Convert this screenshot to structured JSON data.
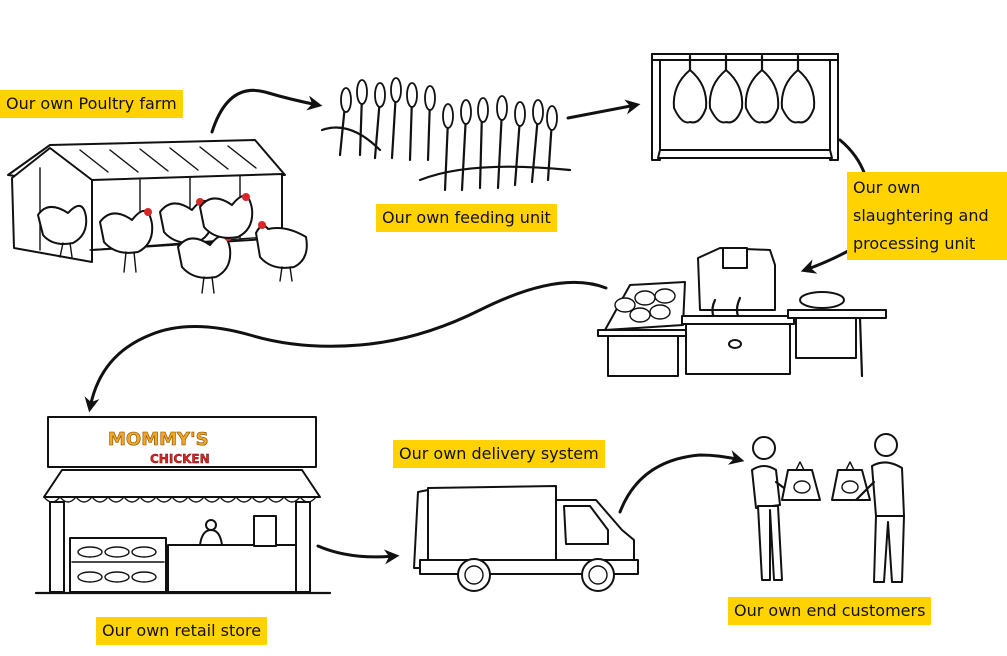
{
  "diagram": {
    "title": "Poultry supply chain",
    "accent_color": "#FFD200",
    "comb_color": "#D62828",
    "logo_orange": "#F5A623",
    "steps": [
      {
        "id": "farm",
        "label": "Our own Poultry farm",
        "icon": "poultry-farm-illustration"
      },
      {
        "id": "feed",
        "label": "Our own feeding unit",
        "icon": "grain-field-illustration"
      },
      {
        "id": "slaughter",
        "label_lines": [
          "Our own",
          "slaughtering and",
          "processing unit"
        ],
        "icon": "hanging-chickens-illustration"
      },
      {
        "id": "processing",
        "label": "",
        "icon": "processing-station-illustration"
      },
      {
        "id": "retail",
        "label": "Our own retail store",
        "icon": "retail-store-illustration"
      },
      {
        "id": "delivery",
        "label": "Our own delivery system",
        "icon": "delivery-truck-illustration"
      },
      {
        "id": "customers",
        "label": "Our own end customers",
        "icon": "customers-illustration"
      }
    ],
    "store_logo": {
      "line1": "MOMMY'S",
      "line2": "CHICKEN"
    },
    "flow": [
      [
        "farm",
        "feed"
      ],
      [
        "feed",
        "slaughter"
      ],
      [
        "slaughter",
        "processing"
      ],
      [
        "processing",
        "retail"
      ],
      [
        "retail",
        "delivery"
      ],
      [
        "delivery",
        "customers"
      ]
    ]
  }
}
